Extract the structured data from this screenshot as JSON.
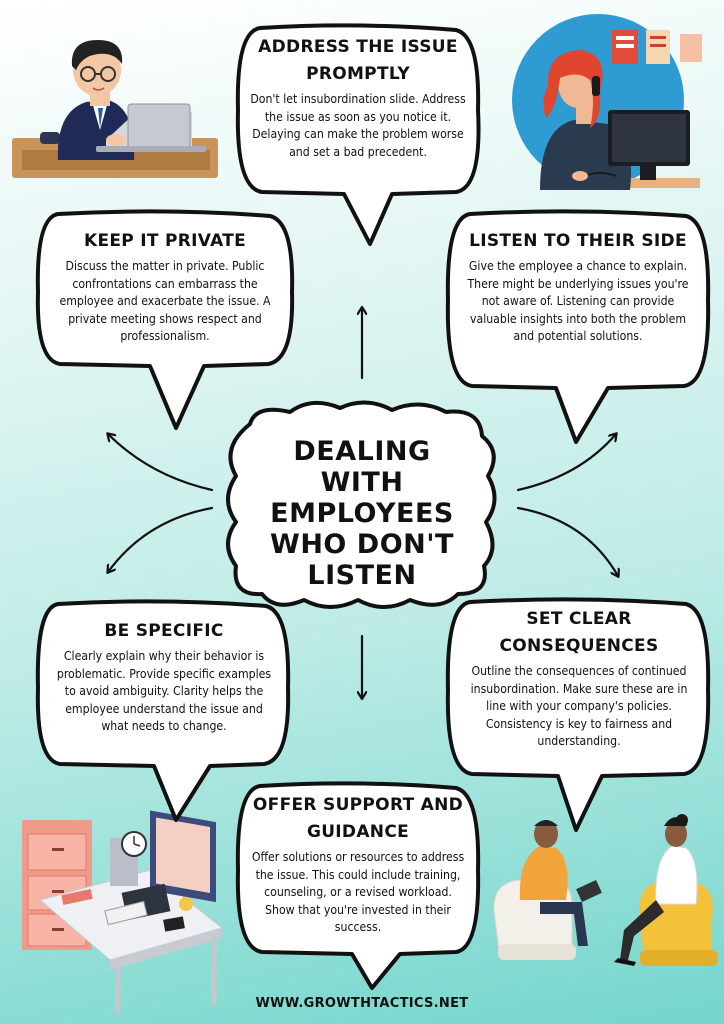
{
  "title": "DEALING WITH EMPLOYEES WHO DON'T LISTEN",
  "website": "WWW.GROWTHTACTICS.NET",
  "colors": {
    "bubble_border": "#111111",
    "bubble_fill": "#ffffff",
    "background_top": "#ffffff",
    "background_bottom": "#74d6cc"
  },
  "tips": [
    {
      "id": "address",
      "title": "ADDRESS THE ISSUE PROMPTLY",
      "body": "Don't let insubordination slide. Address the issue as soon as you notice it. Delaying can make the problem worse and set a bad precedent."
    },
    {
      "id": "private",
      "title": "KEEP IT PRIVATE",
      "body": "Discuss the matter in private. Public confrontations can embarrass the employee and exacerbate the issue. A private meeting shows respect and professionalism."
    },
    {
      "id": "listen",
      "title": "LISTEN TO THEIR SIDE",
      "body": "Give the employee a chance to explain. There might be underlying issues you're not aware of. Listening can provide valuable insights into both the problem and potential solutions."
    },
    {
      "id": "specific",
      "title": "BE SPECIFIC",
      "body": "Clearly explain why their behavior is problematic. Provide specific examples to avoid ambiguity. Clarity helps the employee understand the issue and what needs to change."
    },
    {
      "id": "consequences",
      "title": "SET CLEAR CONSEQUENCES",
      "body": "Outline the consequences of continued insubordination. Make sure these are in line with your company's policies. Consistency is key to fairness and understanding."
    },
    {
      "id": "support",
      "title": "OFFER SUPPORT AND GUIDANCE",
      "body": "Offer solutions or resources to address the issue. This could include training, counseling, or a revised workload. Show that you're invested in their success."
    }
  ],
  "illustrations": [
    {
      "name": "man-at-laptop-illustration"
    },
    {
      "name": "woman-on-phone-illustration"
    },
    {
      "name": "office-desk-illustration"
    },
    {
      "name": "meeting-chairs-illustration"
    }
  ]
}
